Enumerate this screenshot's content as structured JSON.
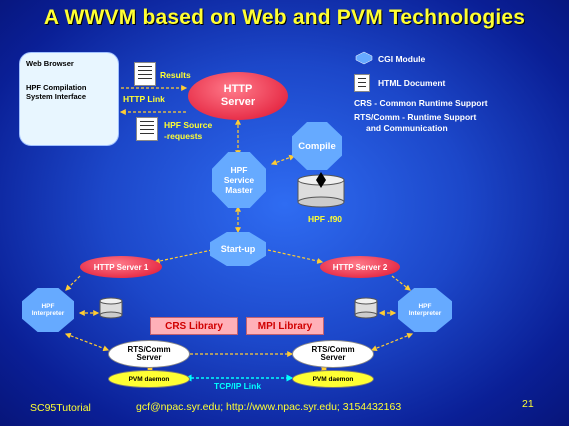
{
  "title": "A WWVM based on Web and PVM Technologies",
  "browser": {
    "title": "Web Browser",
    "subtitle": "HPF Compilation\nSystem Interface"
  },
  "labels": {
    "results": "Results",
    "http_link": "HTTP Link",
    "hpf_source": "HPF Source",
    "requests": "-requests",
    "hpf_f90": "HPF",
    "f90": ".f90",
    "tcpip": "TCP/IP Link"
  },
  "nodes": {
    "http_server": "HTTP\nServer",
    "compile": "Compile",
    "service_master": "HPF\nService\nMaster",
    "startup": "Start-up",
    "http_server_1": "HTTP Server 1",
    "http_server_2": "HTTP Server 2",
    "interp_left": "HPF\nInterpreter",
    "interp_right": "HPF\nInterpreter",
    "crs_library": "CRS Library",
    "mpi_library": "MPI Library",
    "rts_left": "RTS/Comm\nServer",
    "rts_right": "RTS/Comm\nServer",
    "pvm_left": "PVM daemon",
    "pvm_right": "PVM daemon"
  },
  "legend": {
    "cgi": "CGI  Module",
    "html": "HTML  Document",
    "crs": "CRS - Common Runtime Support",
    "rts": "RTS/Comm - Runtime Support",
    "rts2": "and Communication"
  },
  "footer": {
    "left": "SC95Tutorial",
    "center": "gcf@npac.syr.edu; http://www.npac.syr.edu; 3154432163",
    "page": "21"
  },
  "colors": {
    "title": "#ffff33",
    "arrow": "#ffcc33",
    "link": "#00ffff",
    "octagon": "#66aaff",
    "red_oval": "#e8304a"
  }
}
